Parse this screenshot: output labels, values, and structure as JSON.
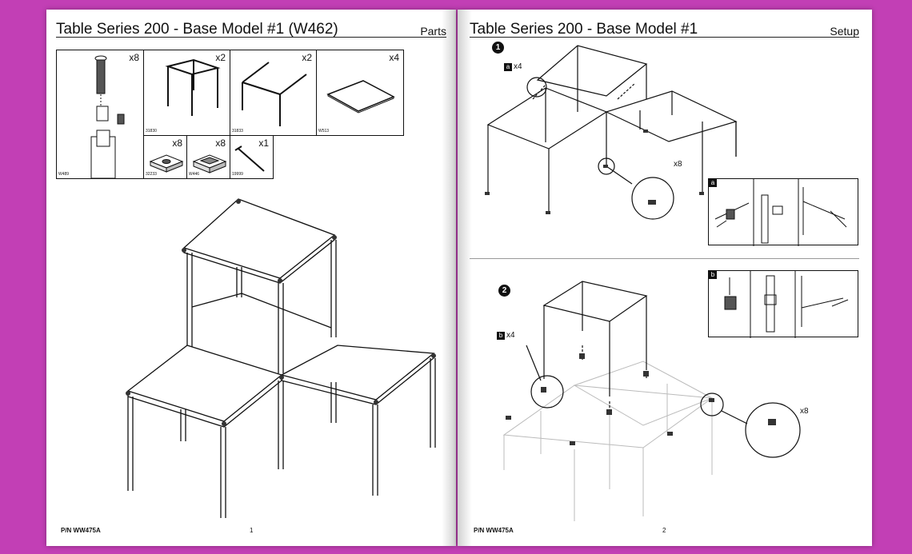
{
  "left_page": {
    "title": "Table Series 200 - Base Model #1 (W462)",
    "section": "Parts",
    "parts": [
      {
        "code": "W489",
        "qty": "x8",
        "icon": "bolt-and-bracket-icon"
      },
      {
        "code": "31830",
        "qty": "x2",
        "icon": "square-frame-icon"
      },
      {
        "code": "31833",
        "qty": "x2",
        "icon": "open-frame-icon"
      },
      {
        "code": "W513",
        "qty": "x4",
        "icon": "table-top-panel-icon"
      },
      {
        "code": "32233",
        "qty": "x8",
        "icon": "connector-block-icon"
      },
      {
        "code": "W446",
        "qty": "x8",
        "icon": "foot-cap-icon"
      },
      {
        "code": "19999",
        "qty": "x1",
        "icon": "hex-key-icon"
      }
    ],
    "footer": "P/N WW475A",
    "page_number": "1"
  },
  "right_page": {
    "title": "Table Series 200 - Base Model #1",
    "section": "Setup",
    "steps": [
      {
        "number": "1",
        "callout_tag": "a",
        "callout_qty": "x4",
        "detail_qty": "x8",
        "panel_tag": "a"
      },
      {
        "number": "2",
        "callout_tag": "b",
        "callout_qty": "x4",
        "detail_qty": "x8",
        "panel_tag": "b"
      }
    ],
    "footer": "P/N WW475A",
    "page_number": "2"
  }
}
